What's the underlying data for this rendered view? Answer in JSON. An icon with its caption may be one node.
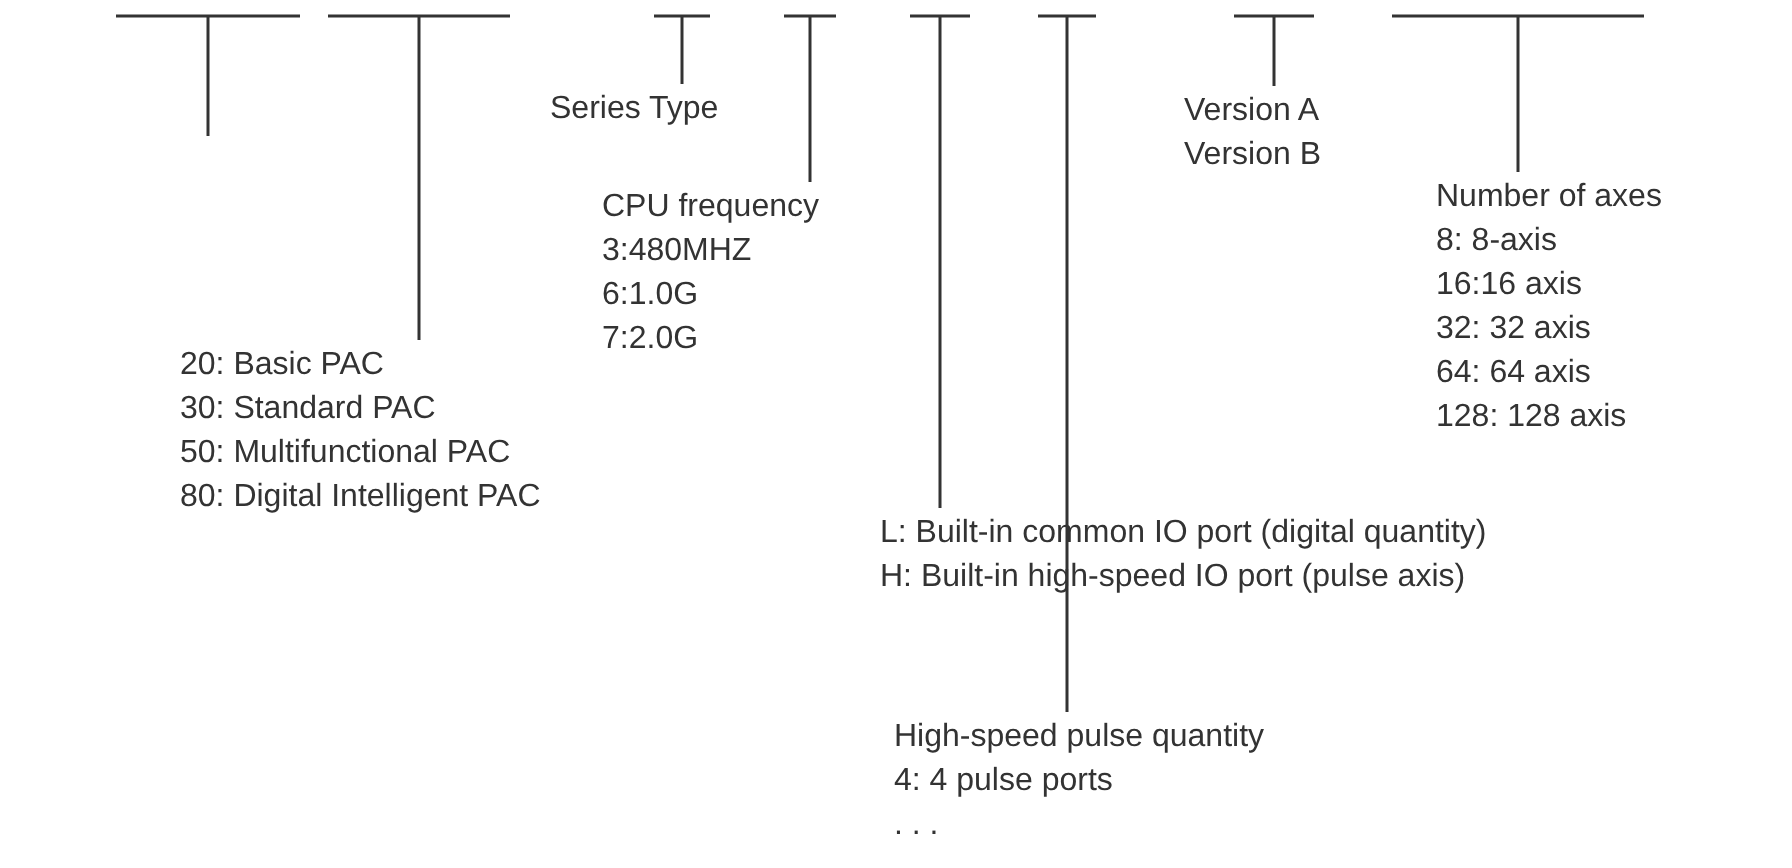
{
  "diagram": {
    "nodes": [
      {
        "text": [],
        "shape": "bar"
      },
      {
        "text": [],
        "shape": "bar"
      },
      {
        "text": [],
        "shape": "bar"
      },
      {
        "text": [],
        "shape": "bar"
      },
      {
        "text": [],
        "shape": "bar"
      },
      {
        "text": [],
        "shape": "bar"
      },
      {
        "text": [],
        "shape": "bar"
      },
      {
        "text": [],
        "shape": "bar"
      },
      {
        "text": [
          "20: Basic PAC",
          "30: Standard PAC",
          "50: Multifunctional PAC",
          "80: Digital Intelligent PAC"
        ]
      },
      {
        "text": [
          "Series Type"
        ]
      },
      {
        "text": [
          "CPU frequency",
          "3:480MHZ",
          "6:1.0G",
          "7:2.0G"
        ]
      },
      {
        "text": [
          "L: Built-in common IO port (digital quantity)",
          "H: Built-in high-speed IO port (pulse axis)"
        ]
      },
      {
        "text": [
          "High-speed pulse quantity",
          "4: 4 pulse ports",
          ". . ."
        ]
      },
      {
        "text": [
          "Version A",
          "Version B"
        ]
      },
      {
        "text": [
          "Number of axes",
          "8: 8-axis",
          "16:16 axis",
          "32: 32 axis",
          "64: 64 axis",
          "128: 128 axis"
        ]
      }
    ],
    "edges": [
      {
        "from": 1,
        "to": 8,
        "arrow": "none"
      },
      {
        "from": 2,
        "to": 9,
        "arrow": "none"
      },
      {
        "from": 3,
        "to": 10,
        "arrow": "none"
      },
      {
        "from": 4,
        "to": 11,
        "arrow": "none"
      },
      {
        "from": 5,
        "to": 12,
        "arrow": "none"
      },
      {
        "from": 6,
        "to": 13,
        "arrow": "none"
      },
      {
        "from": 7,
        "to": 14,
        "arrow": "none"
      }
    ]
  }
}
